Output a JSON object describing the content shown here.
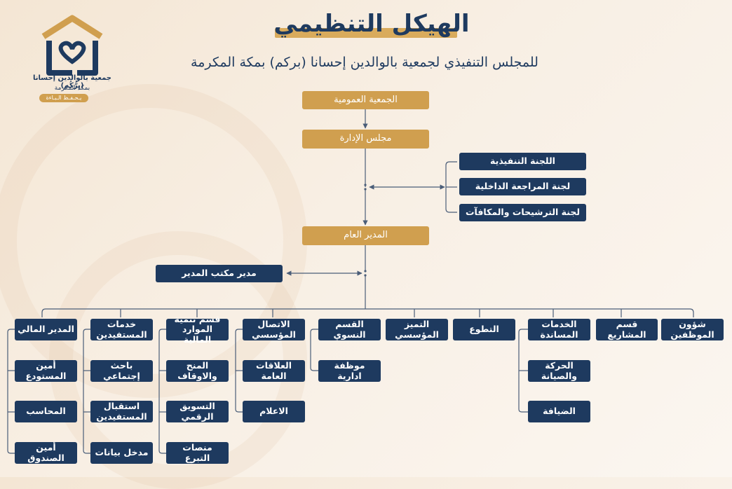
{
  "header": {
    "title": "الهيكل التنظيمي",
    "subtitle": "للمجلس التنفيذي لجمعية بالوالدين إحسانا (بركم) بمكة المكرمة"
  },
  "logo": {
    "name": "جمعية بالوالدين إحسانا (بِرُّكُم)",
    "city": "بمكة المكرمة",
    "tagline": "يـحـفـظ الـبـاءة"
  },
  "colors": {
    "gold": "#d09f4f",
    "navy": "#1e3a5f",
    "connector": "#4a5d78"
  },
  "chart": {
    "general_assembly": "الجمعية العمومية",
    "board": "مجلس الإدارة",
    "committees": [
      "اللجنة التنفيذية",
      "لجنة المراجعة الداخلية",
      "لجنة الترشيحات والمكافآت"
    ],
    "general_manager": "المدير العام",
    "office_manager": "مدير مكتب المدير",
    "departments": [
      "شؤون الموظفين",
      "قسم المشاريع",
      "الخدمات المساندة",
      "التطوع",
      "التميز المؤسسي",
      "القسم النسوي",
      "الاتصال المؤسسي",
      "قسم تنمية الموارد المالية",
      "خدمات المستفيدين",
      "المدير المالي"
    ],
    "support_services_children": [
      "الحركة والصيانة",
      "الضيافة"
    ],
    "women_children": [
      "موظفة ادارية"
    ],
    "communication_children": [
      "العلاقات العامة",
      "الاعلام"
    ],
    "resources_children": [
      "المنح والاوقاف",
      "التسويق الرقمي",
      "منصات التبرع"
    ],
    "beneficiaries_children": [
      "باحث إجتماعي",
      "استقبال المستفيدين",
      "مدخل بيانات"
    ],
    "finance_children": [
      "أمين المستودع",
      "المحاسب",
      "أمين الصندوق"
    ]
  }
}
